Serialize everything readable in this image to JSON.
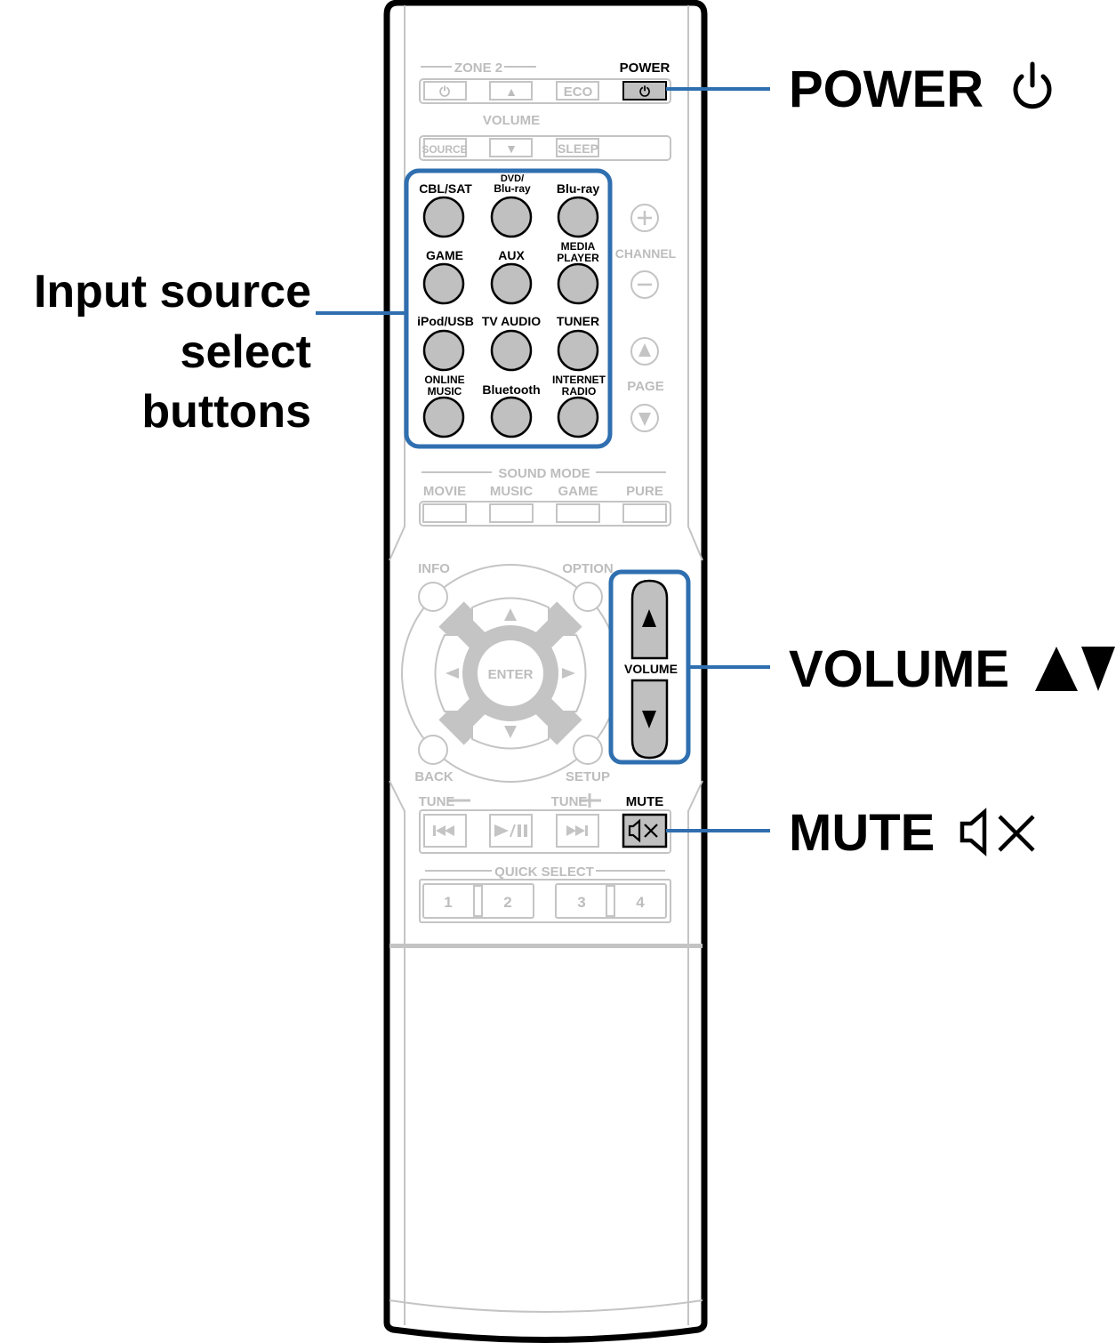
{
  "colors": {
    "outline": "#000000",
    "faded": "#c4c4c4",
    "faded_text": "#bdbdbd",
    "button_fill": "#c0c0c0",
    "highlight": "#2f6fb0"
  },
  "remote": {
    "zone2": {
      "label": "ZONE 2",
      "power_icon": "⏻",
      "up_icon": "▲",
      "eco": "ECO"
    },
    "power": {
      "label": "POWER",
      "icon": "⏻"
    },
    "volume_small": {
      "label": "VOLUME",
      "source": "SOURCE",
      "down_icon": "▼",
      "sleep": "SLEEP"
    },
    "input_sources": [
      {
        "label": "CBL/SAT"
      },
      {
        "label_line1": "DVD/",
        "label_line2": "Blu-ray"
      },
      {
        "label": "Blu-ray"
      },
      {
        "label": "GAME"
      },
      {
        "label": "AUX"
      },
      {
        "label_line1": "MEDIA",
        "label_line2": "PLAYER"
      },
      {
        "label": "iPod/USB"
      },
      {
        "label": "TV AUDIO"
      },
      {
        "label": "TUNER"
      },
      {
        "label_line1": "ONLINE",
        "label_line2": "MUSIC"
      },
      {
        "label": "Bluetooth"
      },
      {
        "label_line1": "INTERNET",
        "label_line2": "RADIO"
      }
    ],
    "channel": {
      "label": "CHANNEL",
      "plus": "+",
      "minus": "−"
    },
    "page": {
      "label": "PAGE",
      "up": "▲",
      "down": "▼"
    },
    "sound_mode": {
      "label": "SOUND MODE",
      "buttons": [
        "MOVIE",
        "MUSIC",
        "GAME",
        "PURE"
      ]
    },
    "nav": {
      "info": "INFO",
      "option": "OPTION",
      "back": "BACK",
      "setup": "SETUP",
      "enter": "ENTER",
      "up": "▲",
      "down": "▼",
      "left": "◀",
      "right": "▶"
    },
    "volume": {
      "label": "VOLUME",
      "up": "▲",
      "down": "▼"
    },
    "transport": {
      "tune_minus": "TUNE −",
      "tune_plus": "TUNE +",
      "prev": "⏮",
      "play_pause": "▶/❚❚",
      "next": "⏭"
    },
    "mute": {
      "label": "MUTE",
      "icon": "speaker-mute"
    },
    "quick_select": {
      "label": "QUICK SELECT",
      "buttons": [
        "1",
        "2",
        "3",
        "4"
      ]
    }
  },
  "callouts": {
    "power": {
      "text": "POWER",
      "icon": "⏻"
    },
    "input": {
      "line1": "Input source",
      "line2": "select",
      "line3": "buttons"
    },
    "volume": {
      "text": "VOLUME",
      "icon": "▲▼"
    },
    "mute": {
      "text": "MUTE"
    }
  }
}
